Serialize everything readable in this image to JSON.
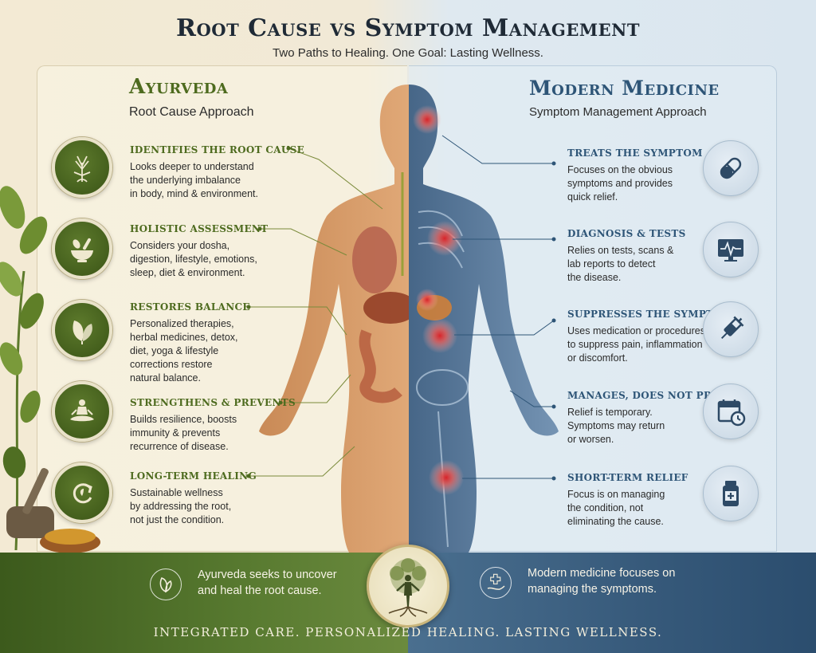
{
  "header": {
    "title": "Root Cause vs Symptom Management",
    "subtitle": "Two Paths to Healing. One Goal: Lasting Wellness."
  },
  "left": {
    "title": "Ayurveda",
    "subtitle": "Root Cause Approach",
    "items": [
      {
        "heading": "Identifies the Root Cause",
        "desc": [
          "Looks deeper to understand",
          "the underlying imbalance",
          "in body, mind & environment."
        ],
        "icon": "tree-icon"
      },
      {
        "heading": "Holistic Assessment",
        "desc": [
          "Considers your dosha,",
          "digestion, lifestyle, emotions,",
          "sleep, diet & environment."
        ],
        "icon": "mortar-pestle-icon"
      },
      {
        "heading": "Restores Balance",
        "desc": [
          "Personalized therapies,",
          "herbal medicines, detox,",
          "diet, yoga & lifestyle",
          "corrections restore",
          "natural balance."
        ],
        "icon": "leaves-icon"
      },
      {
        "heading": "Strengthens & Prevents",
        "desc": [
          "Builds resilience, boosts",
          "immunity & prevents",
          "recurrence of disease."
        ],
        "icon": "meditation-icon"
      },
      {
        "heading": "Long-Term Healing",
        "desc": [
          "Sustainable wellness",
          "by addressing the root,",
          "not just the condition."
        ],
        "icon": "cycle-icon"
      }
    ]
  },
  "right": {
    "title": "Modern Medicine",
    "subtitle": "Symptom Management Approach",
    "items": [
      {
        "heading": "Treats the Symptom",
        "desc": [
          "Focuses on the obvious",
          "symptoms and provides",
          "quick relief."
        ],
        "icon": "pill-icon"
      },
      {
        "heading": "Diagnosis & Tests",
        "desc": [
          "Relies on tests, scans &",
          "lab reports to detect",
          "the disease."
        ],
        "icon": "monitor-icon"
      },
      {
        "heading": "Suppresses the Symptom",
        "desc": [
          "Uses medication or procedures",
          "to suppress pain, inflammation",
          "or discomfort."
        ],
        "icon": "syringe-icon"
      },
      {
        "heading": "Manages, Does Not Prevent",
        "desc": [
          "Relief is temporary.",
          "Symptoms may return",
          "or worsen."
        ],
        "icon": "calendar-clock-icon"
      },
      {
        "heading": "Short-Term Relief",
        "desc": [
          "Focus is on managing",
          "the condition, not",
          "eliminating the cause."
        ],
        "icon": "medicine-bottle-icon"
      }
    ]
  },
  "bottom": {
    "left_text": [
      "Ayurveda seeks to uncover",
      "and heal the root cause."
    ],
    "right_text": [
      "Modern medicine focuses on",
      "managing the symptoms."
    ],
    "tagline": "INTEGRATED CARE. PERSONALIZED HEALING. LASTING WELLNESS."
  },
  "colors": {
    "ayurveda_green": "#4e6b1f",
    "medicine_blue": "#2e5577",
    "pain_red": "#d8242a"
  }
}
